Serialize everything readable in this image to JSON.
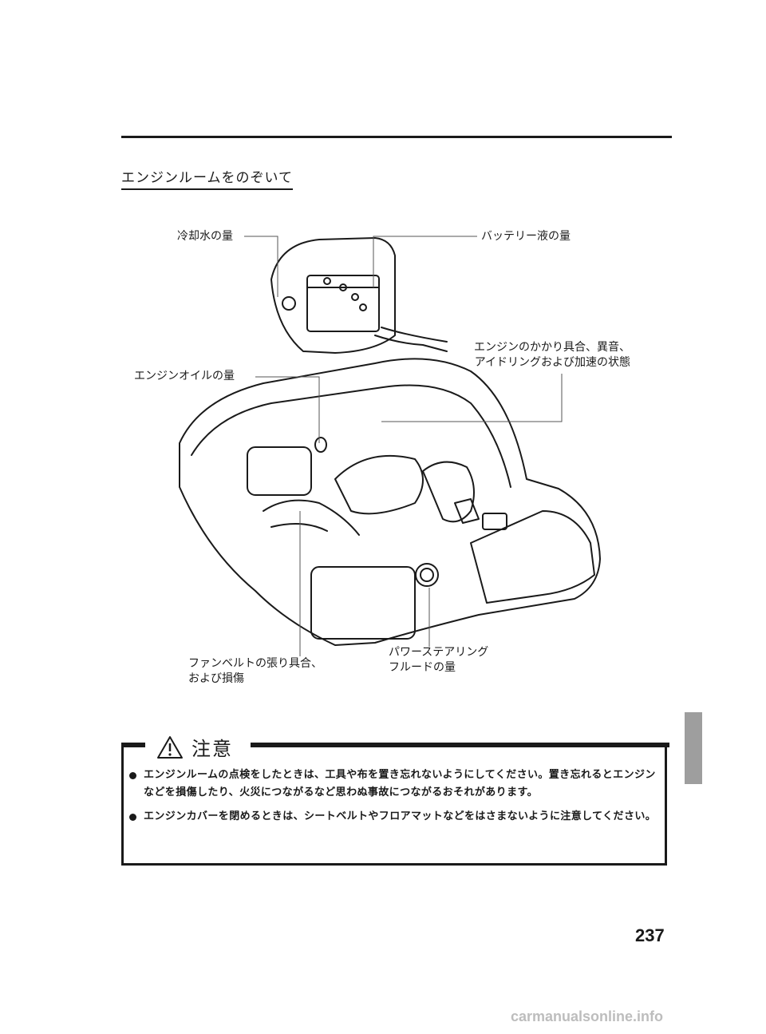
{
  "section_title": "エンジンルームをのぞいて",
  "callouts": {
    "coolant": "冷却水の量",
    "battery": "バッテリー液の量",
    "engine_start_line1": "エンジンのかかり具合、異音、",
    "engine_start_line2": "アイドリングおよび加速の状態",
    "engine_oil": "エンジンオイルの量",
    "fan_belt_line1": "ファンベルトの張り具合、",
    "fan_belt_line2": "および損傷",
    "power_steering_line1": "パワーステアリング",
    "power_steering_line2": "フルードの量"
  },
  "caution": {
    "icon": "warning-triangle-icon",
    "title": "注意",
    "items": [
      "エンジンルームの点検をしたときは、工具や布を置き忘れないようにしてください。置き忘れるとエンジンなどを損傷したり、火災につながるなど思わぬ事故につながるおそれがあります。",
      "エンジンカバーを閉めるときは、シートベルトやフロアマットなどをはさまないように注意してください。"
    ]
  },
  "page_number": "237",
  "watermark": "carmanualsonline.info"
}
